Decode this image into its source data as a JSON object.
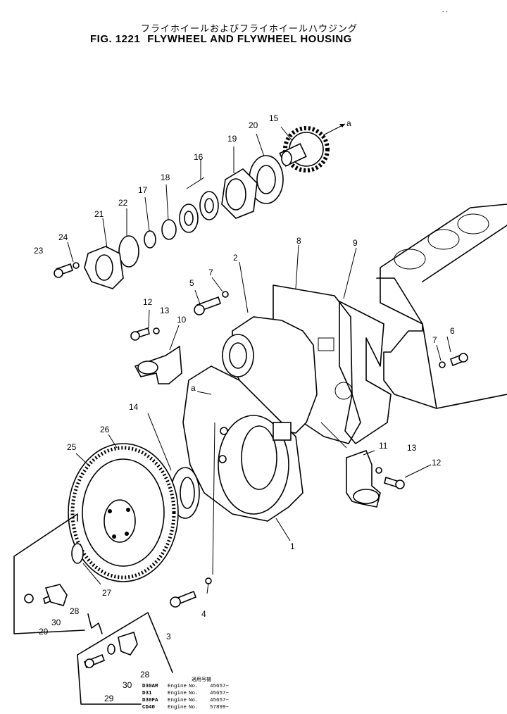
{
  "header": {
    "title_jp": "フライホイールおよびフライホイールハウジング",
    "fig_label": "FIG. 1221",
    "title_en": "FLYWHEEL AND FLYWHEEL HOUSING"
  },
  "corner_mark": "- -",
  "callouts": {
    "n1": "1",
    "n2": "2",
    "n3": "3",
    "n4": "4",
    "n5": "5",
    "n6": "6",
    "n7a": "7",
    "n7b": "7",
    "n8": "8",
    "n9": "9",
    "n10": "10",
    "n11": "11",
    "n12a": "12",
    "n12b": "12",
    "n13a": "13",
    "n13b": "13",
    "n14": "14",
    "n15": "15",
    "n16": "16",
    "n17": "17",
    "n18": "18",
    "n19": "19",
    "n20": "20",
    "n21": "21",
    "n22": "22",
    "n23": "23",
    "n24": "24",
    "n25": "25",
    "n26": "26",
    "n27": "27",
    "n28a": "28",
    "n28b": "28",
    "n29a": "29",
    "n29b": "29",
    "n30a": "30",
    "n30b": "30",
    "ref_a1": "a",
    "ref_a2": "a"
  },
  "serial_table": {
    "heading": "適用号機",
    "rows": [
      {
        "model": "D30AM",
        "engine": "Engine",
        "no": "No.",
        "value": "45657~"
      },
      {
        "model": "D31",
        "engine": "Engine",
        "no": "No.",
        "value": "45657~"
      },
      {
        "model": "D30FA",
        "engine": "Engine",
        "no": "No.",
        "value": "45657~"
      },
      {
        "model": "CD40",
        "engine": "Engine",
        "no": "No.",
        "value": "57899~"
      }
    ]
  }
}
